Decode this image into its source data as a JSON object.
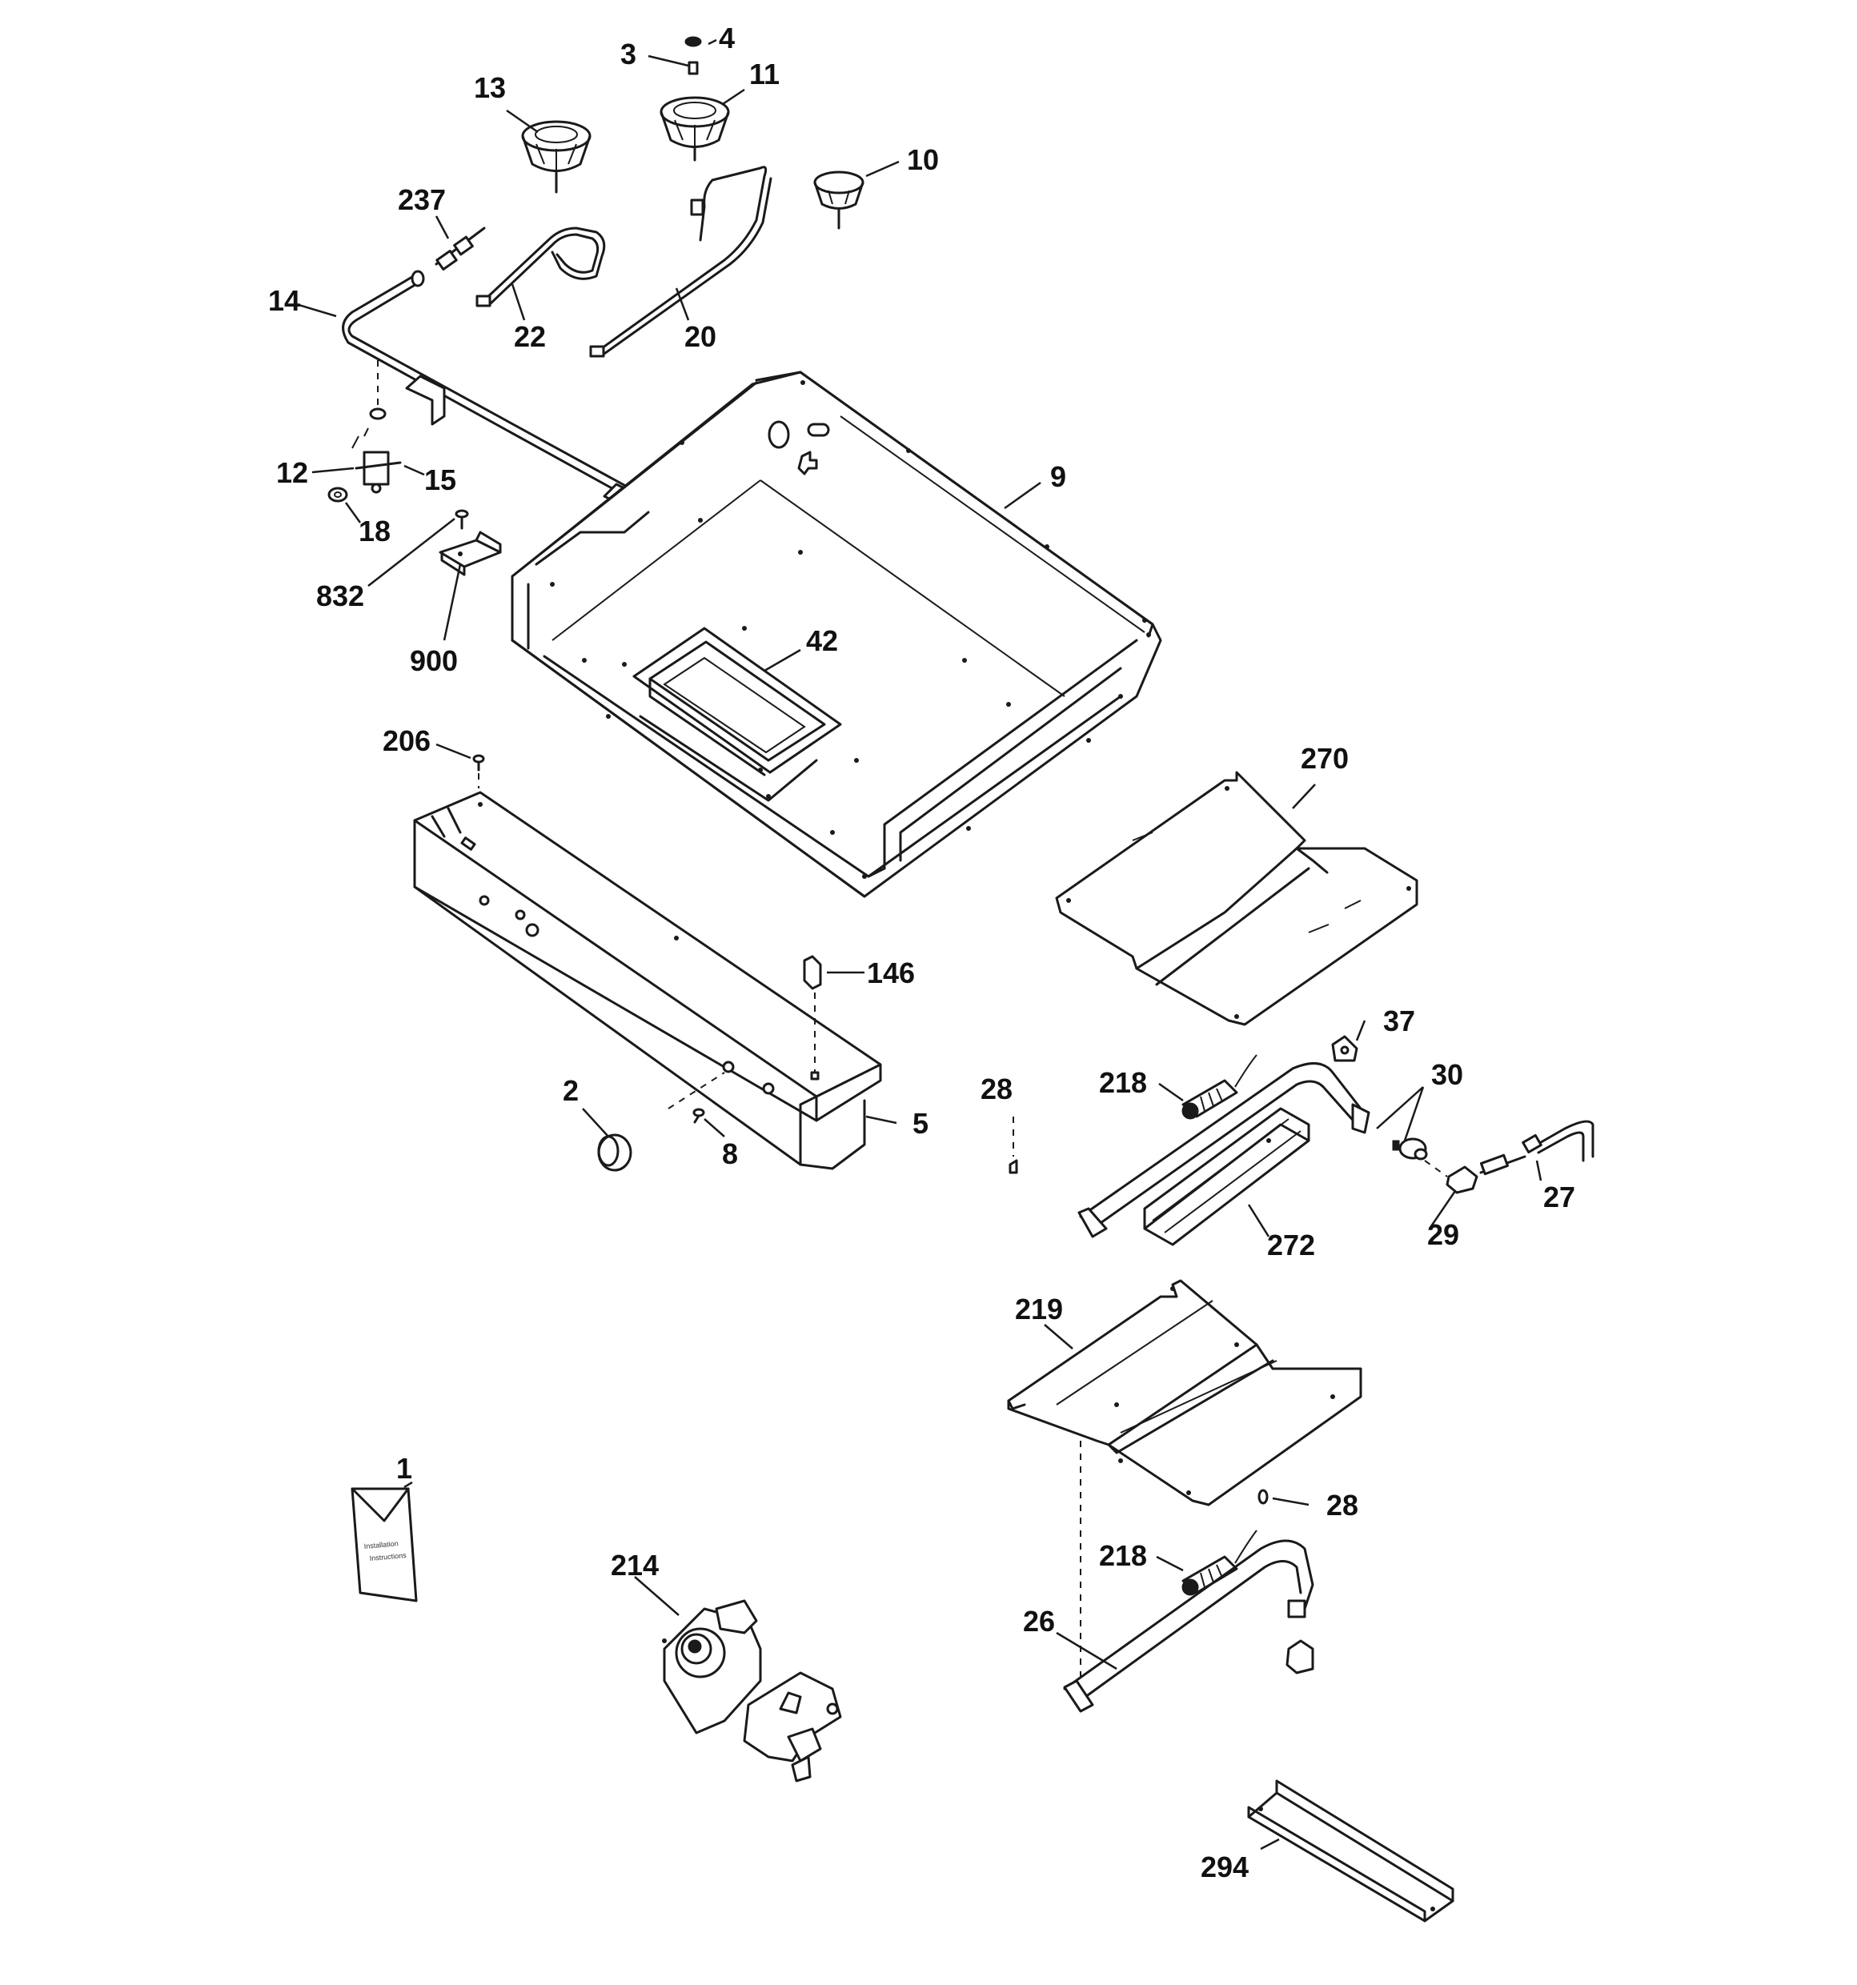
{
  "callouts": [
    {
      "id": "c1",
      "text": "1"
    },
    {
      "id": "c2",
      "text": "2"
    },
    {
      "id": "c3",
      "text": "3"
    },
    {
      "id": "c4",
      "text": "4"
    },
    {
      "id": "c5",
      "text": "5"
    },
    {
      "id": "c8",
      "text": "8"
    },
    {
      "id": "c9",
      "text": "9"
    },
    {
      "id": "c10",
      "text": "10"
    },
    {
      "id": "c11",
      "text": "11"
    },
    {
      "id": "c12",
      "text": "12"
    },
    {
      "id": "c13",
      "text": "13"
    },
    {
      "id": "c14",
      "text": "14"
    },
    {
      "id": "c15",
      "text": "15"
    },
    {
      "id": "c18",
      "text": "18"
    },
    {
      "id": "c20",
      "text": "20"
    },
    {
      "id": "c22",
      "text": "22"
    },
    {
      "id": "c26",
      "text": "26"
    },
    {
      "id": "c27",
      "text": "27"
    },
    {
      "id": "c28a",
      "text": "28"
    },
    {
      "id": "c28b",
      "text": "28"
    },
    {
      "id": "c29",
      "text": "29"
    },
    {
      "id": "c30",
      "text": "30"
    },
    {
      "id": "c37",
      "text": "37"
    },
    {
      "id": "c42",
      "text": "42"
    },
    {
      "id": "c146",
      "text": "146"
    },
    {
      "id": "c206",
      "text": "206"
    },
    {
      "id": "c214",
      "text": "214"
    },
    {
      "id": "c218a",
      "text": "218"
    },
    {
      "id": "c218b",
      "text": "218"
    },
    {
      "id": "c219",
      "text": "219"
    },
    {
      "id": "c237",
      "text": "237"
    },
    {
      "id": "c270",
      "text": "270"
    },
    {
      "id": "c272",
      "text": "272"
    },
    {
      "id": "c294",
      "text": "294"
    },
    {
      "id": "c832",
      "text": "832"
    },
    {
      "id": "c900",
      "text": "900"
    }
  ]
}
